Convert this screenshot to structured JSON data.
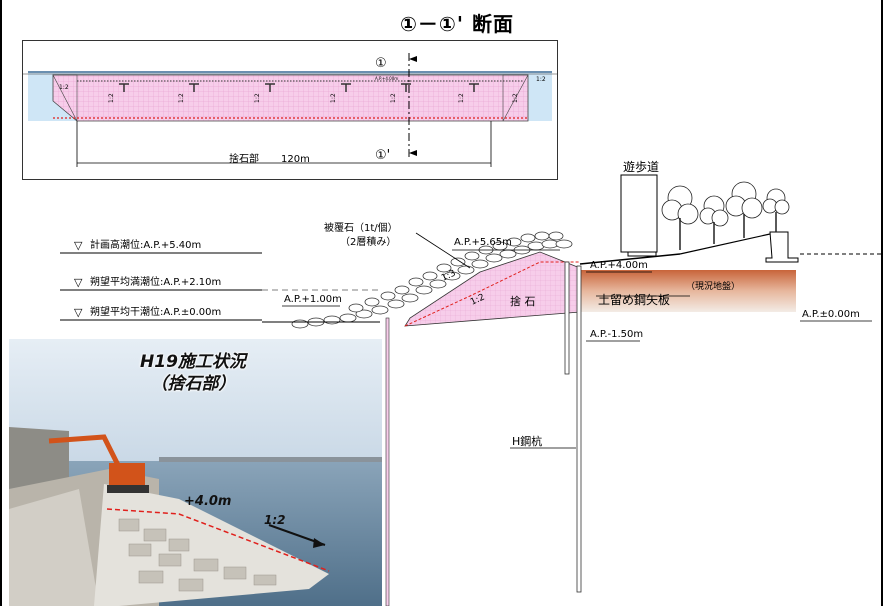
{
  "section_title": "①－①' 断面",
  "plan": {
    "top_marker": "①",
    "bottom_marker": "①'",
    "small_label": "A.P.+4.00m",
    "slope_labels": [
      "1:2",
      "1:2",
      "1:2",
      "1:2",
      "1:2",
      "1:2",
      "1:2",
      "1:2",
      "1:2"
    ],
    "rubble_part": "捨石部",
    "length": "120m"
  },
  "section": {
    "promenade": "遊歩道",
    "cover_stone_line1": "被覆石（1t/個）",
    "cover_stone_line2": "（2層積み）",
    "ap_565": "A.P.+5.65m",
    "ap_400": "A.P.+4.00m",
    "ap_100": "A.P.+1.00m",
    "ap_m150": "A.P.-1.50m",
    "ap_000_right": "A.P.±0.00m",
    "existing_ground": "（現況地盤）",
    "sheet_pile": "土留め鋼矢板",
    "rubble": "捨 石",
    "slope_13": "1:3",
    "slope_12": "1:2",
    "h_pile": "H鋼杭",
    "water_levels": [
      {
        "symbol": "▽",
        "text": "計画高潮位:A.P.+5.40m"
      },
      {
        "symbol": "▽",
        "text": "朔望平均満潮位:A.P.+2.10m"
      },
      {
        "symbol": "▽",
        "text": "朔望平均干潮位:A.P.±0.00m"
      }
    ]
  },
  "photo": {
    "title_line1": "H19施工状況",
    "title_line2": "（捨石部）",
    "height_label": "+4.0m",
    "slope_label": "1:2"
  },
  "colors": {
    "rubble_fill": "#f7cdea",
    "water": "#cfe6f6",
    "ground_top": "#c8643a",
    "ground_bottom": "#f3ece6",
    "dashed_red": "#e0201c",
    "sky": "#e6eef5",
    "sea": "#5d7f99"
  }
}
